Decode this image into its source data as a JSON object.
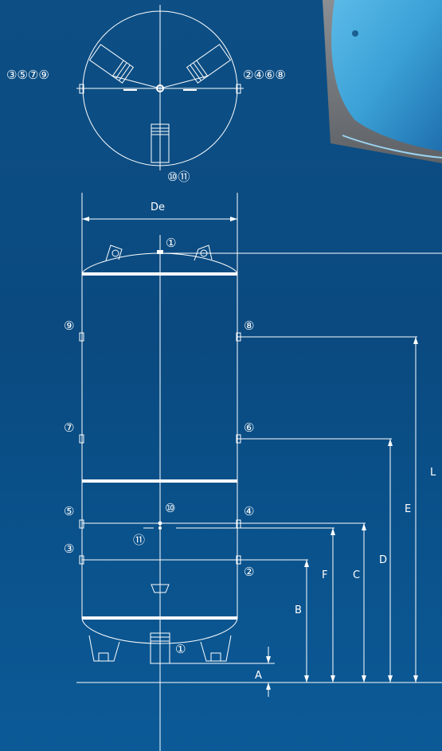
{
  "labels": {
    "top_left_ports": "③⑤⑦⑨",
    "top_right_ports": "②④⑥⑧",
    "top_bottom_ports": "⑩⑪",
    "diameter": "De",
    "port_1_top": "①",
    "port_1_bottom": "①",
    "port_2": "②",
    "port_3": "③",
    "port_4": "④",
    "port_5": "⑤",
    "port_6": "⑥",
    "port_7": "⑦",
    "port_8": "⑧",
    "port_9": "⑨",
    "port_10": "⑩",
    "port_11": "⑪"
  },
  "dimensions": {
    "A": "A",
    "B": "B",
    "C": "C",
    "D": "D",
    "E": "E",
    "F": "F",
    "L": "L"
  },
  "colors": {
    "background_top": "#0d4f85",
    "line": "#ffffff",
    "photo_blue": "#3fa6d9"
  }
}
